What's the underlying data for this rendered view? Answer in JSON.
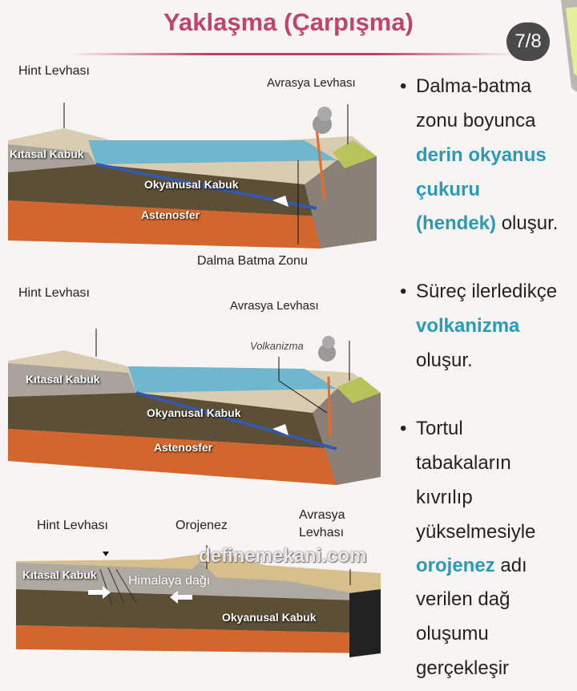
{
  "title": "Yaklaşma (Çarpışma)",
  "page_indicator": "7/8",
  "diagrams": [
    {
      "labels": {
        "left_plate": "Hint Levhası",
        "right_plate": "Avrasya Levhası",
        "continental": "Kıtasal Kabuk",
        "oceanic": "Okyanusal Kabuk",
        "asthenosphere": "Astenosfer",
        "zone": "Dalma Batma Zonu"
      }
    },
    {
      "labels": {
        "left_plate": "Hint Levhası",
        "right_plate": "Avrasya Levhası",
        "volcanism": "Volkanizma",
        "continental": "Kıtasal Kabuk",
        "oceanic": "Okyanusal Kabuk",
        "asthenosphere": "Astenosfer"
      }
    },
    {
      "labels": {
        "left_plate": "Hint Levhası",
        "orogeny": "Orojenez",
        "right_plate_1": "Avrasya",
        "right_plate_2": "Levhası",
        "continental": "Kıtasal Kabuk",
        "mountain": "Himalaya dağı",
        "oceanic": "Okyanusal Kabuk"
      }
    }
  ],
  "watermark": "definemekani.com",
  "bullets": [
    {
      "lines": [
        "Dalma-batma",
        "zonu boyunca"
      ],
      "highlight": [
        "derin okyanus",
        "çukuru",
        "(hendek)"
      ],
      "tail": "oluşur."
    },
    {
      "lines": [
        "Süreç ilerledikçe"
      ],
      "highlight": [
        "volkanizma"
      ],
      "tail": "oluşur."
    },
    {
      "lines": [
        "Tortul",
        "tabakaların",
        "kıvrılıp",
        "yükselmesiyle"
      ],
      "highlight": [
        "orojenez"
      ],
      "after": "adı",
      "rest": [
        "verilen dağ",
        "oluşumu",
        "gerçekleşir"
      ]
    }
  ],
  "colors": {
    "title": "#c0456b",
    "highlight": "#2a9bb3",
    "badge": "#4a4a4a"
  }
}
